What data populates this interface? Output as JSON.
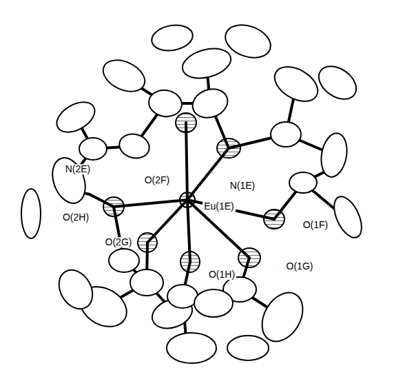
{
  "diagram": {
    "labels": [
      "N(2E)",
      "O(2F)",
      "N(1E)",
      "O(2H)",
      "Eu(1E)",
      "O(1F)",
      "O(2G)",
      "O(1G)",
      "O(1H)"
    ]
  }
}
